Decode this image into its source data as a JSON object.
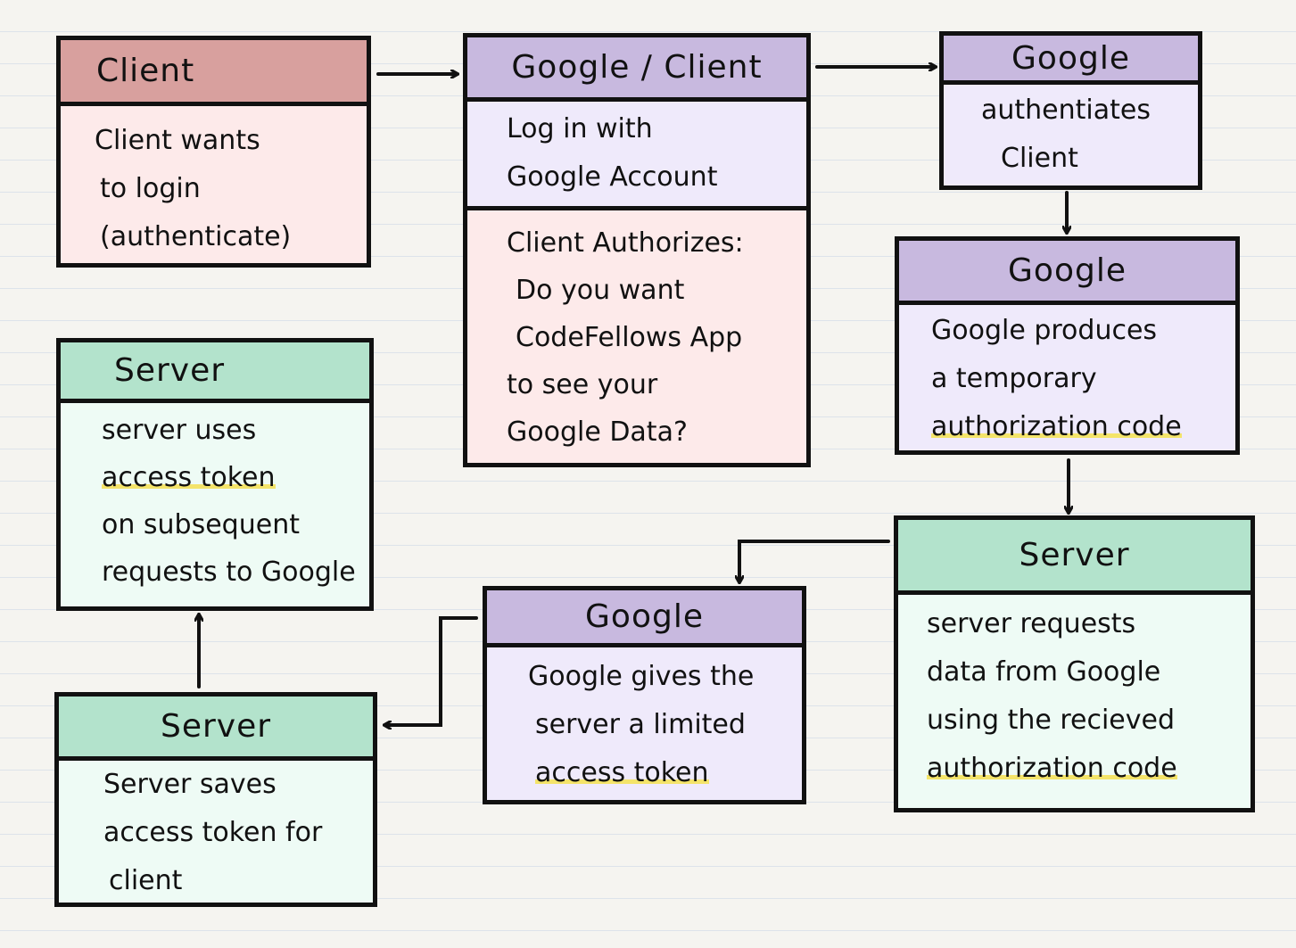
{
  "boxes": {
    "client": {
      "title": "Client",
      "lines": [
        "Client wants",
        "to login",
        "(authenticate)"
      ]
    },
    "google_client": {
      "title": "Google / Client",
      "login_lines": [
        "Log in with",
        "Google Account"
      ],
      "authorize_lines": [
        "Client Authorizes:",
        "Do you want",
        "CodeFellows App",
        "to see your",
        "Google Data?"
      ]
    },
    "google_auth": {
      "title": "Google",
      "lines": [
        "authentiates",
        "Client"
      ]
    },
    "google_code": {
      "title": "Google",
      "lines": [
        "Google produces",
        "a temporary",
        "authorization code"
      ]
    },
    "server_request": {
      "title": "Server",
      "lines": [
        "server requests",
        "data from Google",
        "using the recieved",
        "authorization code"
      ]
    },
    "google_token": {
      "title": "Google",
      "lines": [
        "Google gives the",
        "server a limited",
        "access token"
      ]
    },
    "server_save": {
      "title": "Server",
      "lines": [
        "Server saves",
        "access token for",
        "client"
      ]
    },
    "server_use": {
      "title": "Server",
      "lines": [
        "server uses",
        "access token",
        "on subsequent",
        "requests to Google"
      ]
    }
  },
  "colors": {
    "client": "#d8a09e",
    "google": "#c8b9df",
    "server": "#b3e3cc",
    "highlight": "#f4e46a",
    "ink": "#111111"
  }
}
